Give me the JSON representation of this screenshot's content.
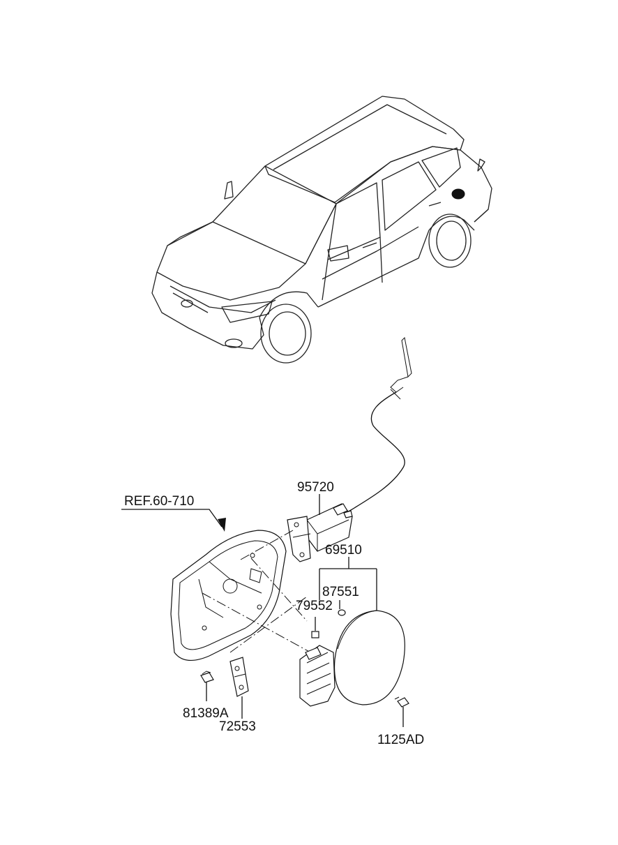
{
  "diagram": {
    "callouts": [
      {
        "id": "ref",
        "text": "REF.60-710"
      },
      {
        "id": "p95720",
        "text": "95720"
      },
      {
        "id": "p69510",
        "text": "69510"
      },
      {
        "id": "p87551",
        "text": "87551"
      },
      {
        "id": "p79552",
        "text": "79552"
      },
      {
        "id": "p81389A",
        "text": "81389A"
      },
      {
        "id": "p72553",
        "text": "72553"
      },
      {
        "id": "p1125AD",
        "text": "1125AD"
      }
    ]
  }
}
